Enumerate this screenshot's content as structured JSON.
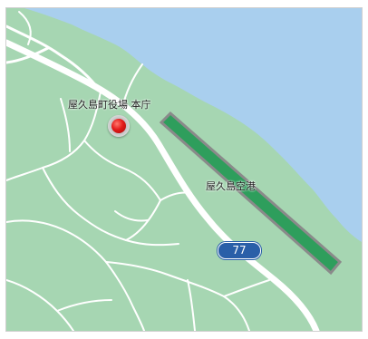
{
  "map": {
    "colors": {
      "sea": "#a9cfee",
      "land": "#a6d6b2",
      "road": "#ffffff",
      "runway_fill": "#2e9e5c",
      "runway_border": "#8a8a8a",
      "route_shield": "#2a5fa8",
      "marker_red": "#e31a1a"
    },
    "labels": {
      "town_office": "屋久島町役場 本庁",
      "airport": "屋久島空港"
    },
    "route_number": "77",
    "marker_icon": "red-pin-icon"
  }
}
